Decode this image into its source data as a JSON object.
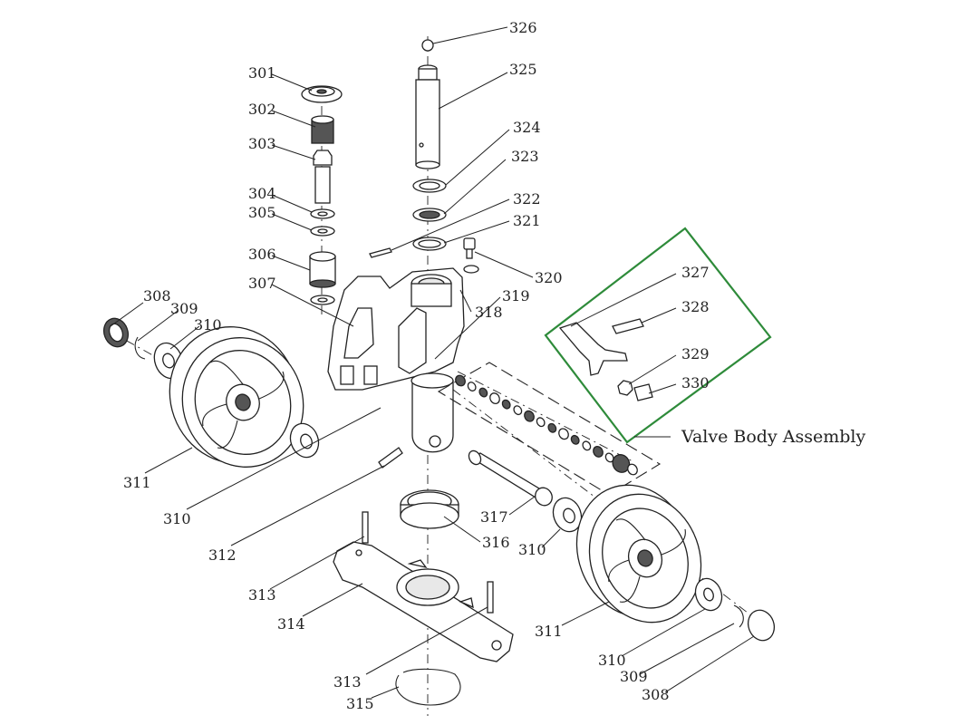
{
  "caption": "Valve Body Assembly",
  "colors": {
    "line": "#222222",
    "highlight": "#2e8b3a",
    "background": "#ffffff"
  },
  "labels": {
    "p301": "301",
    "p302": "302",
    "p303": "303",
    "p304": "304",
    "p305": "305",
    "p306": "306",
    "p307": "307",
    "p308a": "308",
    "p309a": "309",
    "p310a": "310",
    "p311a": "311",
    "p310b": "310",
    "p312": "312",
    "p313a": "313",
    "p314": "314",
    "p313b": "313",
    "p315": "315",
    "p316": "316",
    "p317": "317",
    "p310c": "310",
    "p311b": "311",
    "p310d": "310",
    "p309b": "309",
    "p308b": "308",
    "p318": "318",
    "p319": "319",
    "p320": "320",
    "p321": "321",
    "p322": "322",
    "p323": "323",
    "p324": "324",
    "p325": "325",
    "p326": "326",
    "p327": "327",
    "p328": "328",
    "p329": "329",
    "p330": "330"
  }
}
